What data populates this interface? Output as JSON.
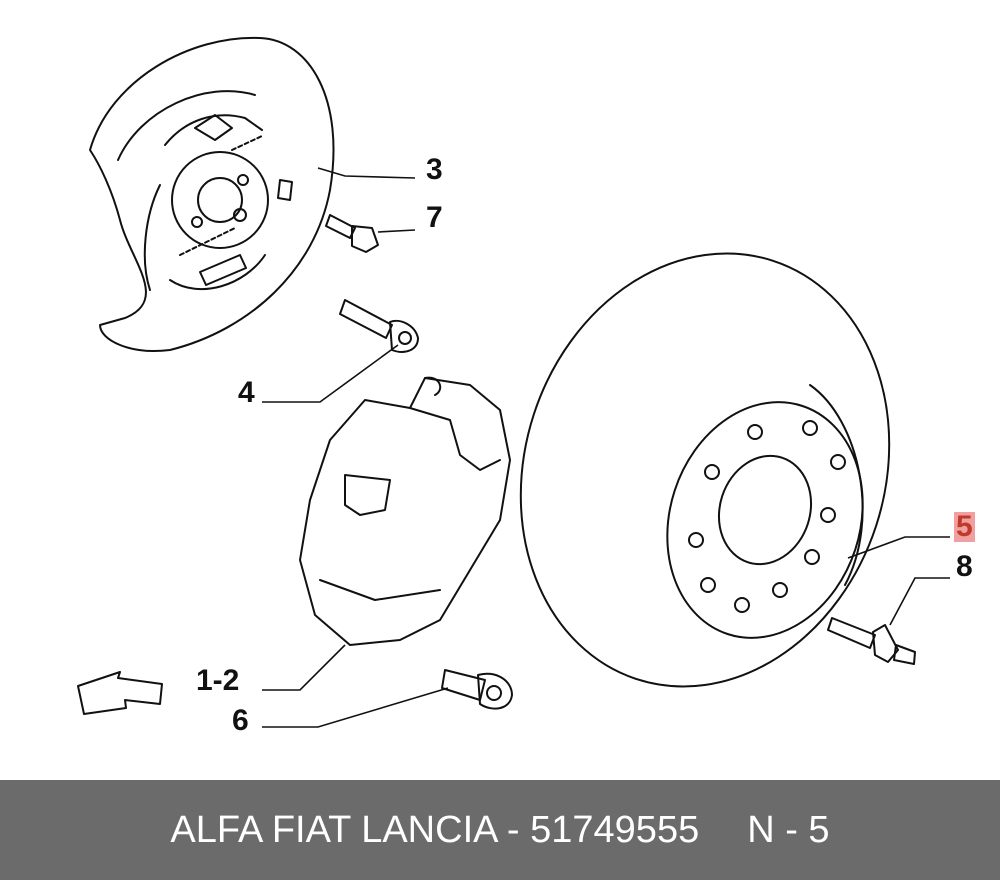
{
  "callouts": {
    "c3": "3",
    "c7": "7",
    "c4": "4",
    "c5": "5",
    "c8": "8",
    "c12": "1-2",
    "c6": "6"
  },
  "highlight_color": "#f0a0a0",
  "footer": {
    "brand": "ALFA FIAT LANCIA - 51749555",
    "ref": "N - 5",
    "background": "#6b6b6b"
  }
}
